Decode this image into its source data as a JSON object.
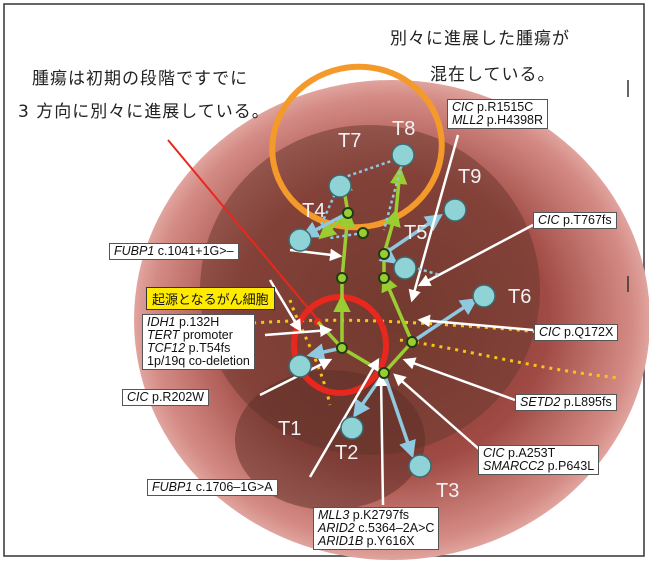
{
  "captions": {
    "left_line1": "腫瘍は初期の段階ですでに",
    "left_line2": "3 方向に別々に進展している。",
    "right_line1": "別々に進展した腫瘍が",
    "right_line2": "混在している。"
  },
  "origin_label": "起源となるがん細胞",
  "tumors": [
    "T1",
    "T2",
    "T3",
    "T4",
    "T5",
    "T6",
    "T7",
    "T8",
    "T9"
  ],
  "mutation_labels": {
    "cic_r1515c_gene": "CIC",
    "cic_r1515c_var": " p.R1515C",
    "mll2_gene": "MLL2",
    "mll2_var": " p.H4398R",
    "cic_t767fs_gene": "CIC",
    "cic_t767fs_var": " p.T767fs",
    "fubp1_a_gene": "FUBP1",
    "fubp1_a_var": " c.1041+1G>–",
    "idh1_gene": "IDH1",
    "idh1_var": " p.132H",
    "tert_gene": "TERT",
    "tert_var": " promoter",
    "tcf12_gene": "TCF12",
    "tcf12_var": " p.T54fs",
    "codel": "1p/19q co-deletion",
    "cic_q172x_gene": "CIC",
    "cic_q172x_var": " p.Q172X",
    "cic_r202w_gene": "CIC",
    "cic_r202w_var": " p.R202W",
    "setd2_gene": "SETD2",
    "setd2_var": " p.L895fs",
    "cic_a253t_gene": "CIC",
    "cic_a253t_var": " p.A253T",
    "smarcc2_gene": "SMARCC2",
    "smarcc2_var": " p.P643L",
    "fubp1_b_gene": "FUBP1",
    "fubp1_b_var": " c.1706–1G>A",
    "mll3_gene": "MLL3",
    "mll3_var": " p.K2797fs",
    "arid2_gene": "ARID2",
    "arid2_var": " c.5364–2A>C",
    "arid1b_gene": "ARID1B",
    "arid1b_var": " p.Y616X"
  },
  "colors": {
    "node_fill": "#8fd3d6",
    "green_branch": "#9acd32",
    "blue_branch": "#8ec9e0",
    "origin_circle": "#e8281e",
    "clade_ellipse": "#f39a2b",
    "dotted_boundary": "#f5c518",
    "tissue": "#b5444a"
  }
}
